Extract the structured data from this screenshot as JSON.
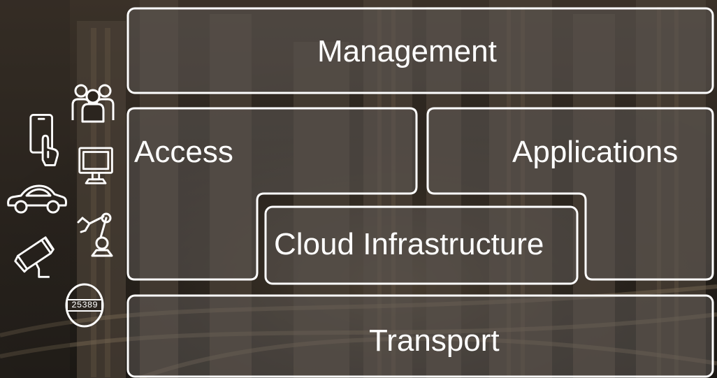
{
  "layers": {
    "management": "Management",
    "access": "Access",
    "applications": "Applications",
    "cloud_infrastructure": "Cloud Infrastructure",
    "transport": "Transport"
  },
  "meter_reading": "25389",
  "colors": {
    "box_stroke": "#ffffff",
    "box_fill": "rgba(95,90,85,0.55)",
    "text": "#ffffff",
    "icon": "#ffffff"
  },
  "icons": [
    "people-icon",
    "tablet-touch-icon",
    "monitor-icon",
    "car-icon",
    "robot-arm-icon",
    "security-camera-icon",
    "meter-icon"
  ]
}
